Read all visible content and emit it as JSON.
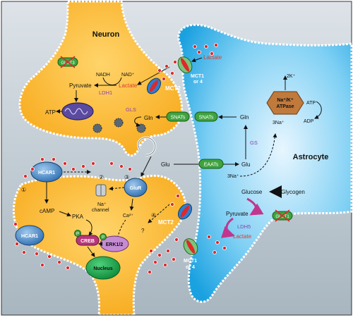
{
  "titles": {
    "neuron": "Neuron",
    "astrocyte": "Astrocyte"
  },
  "neuron_top": {
    "glut3": "GLUT3",
    "nadh": "NADH",
    "nad": "NAD⁺",
    "pyruvate": "Pyruvate",
    "lactate": "Lactate",
    "ldh1": "LDH1",
    "atp": "ATP",
    "mct2": "MCT2",
    "gls": "GLS",
    "gln": "Gln"
  },
  "astrocyte": {
    "mct_top_line1": "MCT1",
    "mct_top_line2": "or 4",
    "lactate_top": "Lactate",
    "k2": "2K⁺",
    "atpase_line1": "Na⁺/K⁺",
    "atpase_line2": "ATPase",
    "atp": "ATP",
    "adp": "ADP",
    "na3_top": "3Na⁺",
    "snats_left": "SNATs",
    "snats_right": "SNATs",
    "gln": "Gln",
    "gs": "GS",
    "glu": "Glu",
    "eaats": "EAATs",
    "na3_mid": "3Na⁺",
    "glucose": "Glucose",
    "glycogen": "Glycogen",
    "pyruvate": "Pyruvate",
    "ldh5": "LDH5",
    "lactate_bottom": "Lactate",
    "glut1": "GLUT1",
    "mct_bottom_line1": "MCT1",
    "mct_bottom_line2": "or 4"
  },
  "synapse": {
    "glu": "Glu",
    "hcar1_top": "HCAR1",
    "glur": "GluR",
    "na_channel_line1": "Na⁺",
    "na_channel_line2": "channel",
    "camp": "cAMP",
    "pka": "PKA",
    "hcar1_bottom": "HCAR1",
    "creb": "CREB",
    "erk": "ERK1/2",
    "nucleus": "Nucleus",
    "ca": "Ca²⁺",
    "mct2": "MCT2",
    "q": "?",
    "p": "P",
    "n1": "①",
    "n2": "②",
    "n3": "③",
    "n4": "④"
  }
}
